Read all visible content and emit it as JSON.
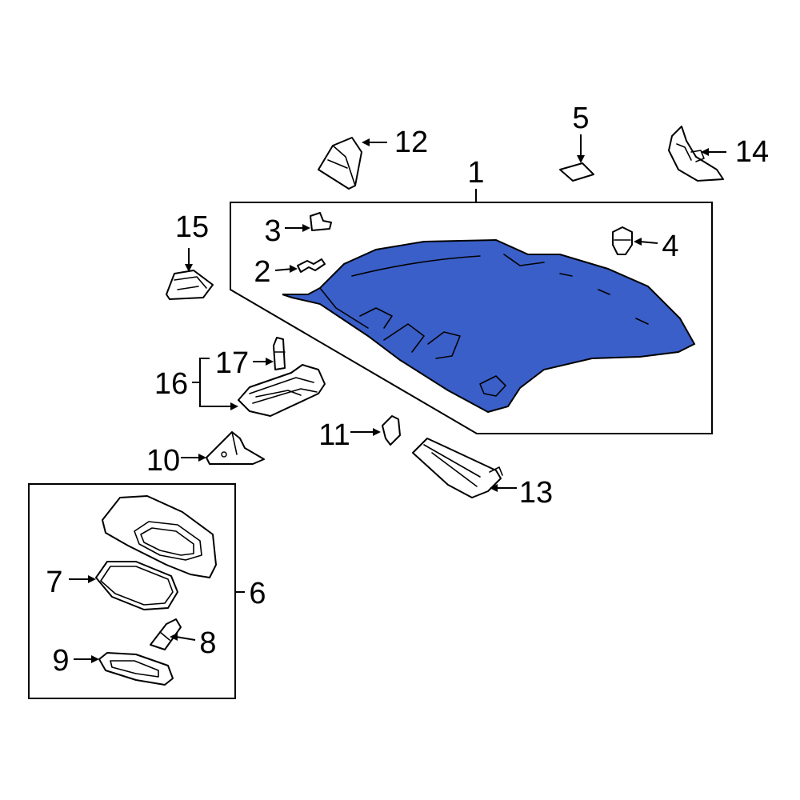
{
  "callouts": {
    "c1": "1",
    "c2": "2",
    "c3": "3",
    "c4": "4",
    "c5": "5",
    "c6": "6",
    "c7": "7",
    "c8": "8",
    "c9": "9",
    "c10": "10",
    "c11": "11",
    "c12": "12",
    "c13": "13",
    "c14": "14",
    "c15": "15",
    "c16": "16",
    "c17": "17"
  },
  "colors": {
    "highlight": "#3a5fc8",
    "line": "#000000",
    "background": "#ffffff"
  }
}
